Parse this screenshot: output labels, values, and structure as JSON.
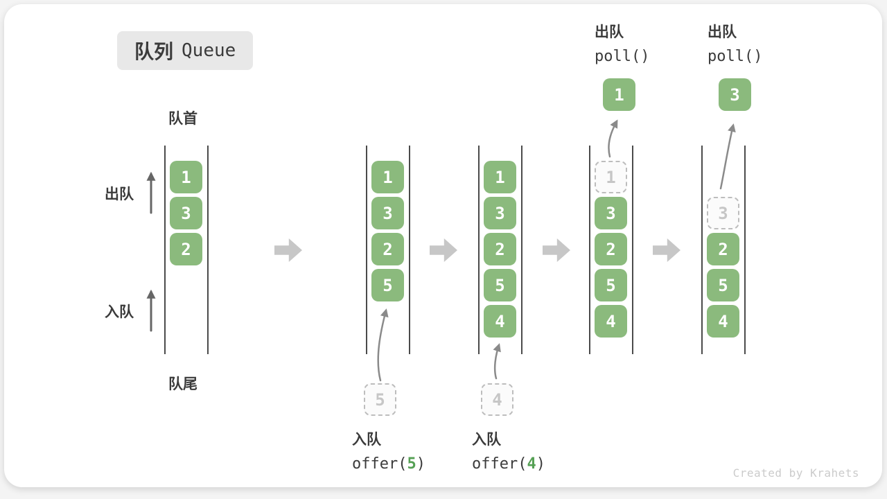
{
  "title": {
    "zh": "队列",
    "en": "Queue"
  },
  "labels": {
    "front": "队首",
    "rear": "队尾",
    "dequeue": "出队",
    "enqueue": "入队"
  },
  "watermark": "Created by Krahets",
  "colors": {
    "cell": "#8bba7d",
    "code_highlight": "#55a054",
    "block_arrow": "#c7c7c7",
    "wall": "#4a4a4a",
    "text": "#3b3b3b",
    "muted": "#c6c6c6",
    "badge_bg": "#e8e8e8"
  },
  "queue_states": [
    {
      "name": "initial",
      "cells": [
        {
          "value": "1",
          "slot": 0
        },
        {
          "value": "3",
          "slot": 1
        },
        {
          "value": "2",
          "slot": 2
        }
      ]
    },
    {
      "name": "after-offer-5",
      "cells": [
        {
          "value": "1",
          "slot": 0
        },
        {
          "value": "3",
          "slot": 1
        },
        {
          "value": "2",
          "slot": 2
        },
        {
          "value": "5",
          "slot": 3
        }
      ],
      "incoming": {
        "value": "5"
      },
      "op": {
        "action": "入队",
        "code_pre": "offer(",
        "arg": "5",
        "code_post": ")"
      }
    },
    {
      "name": "after-offer-4",
      "cells": [
        {
          "value": "1",
          "slot": 0
        },
        {
          "value": "3",
          "slot": 1
        },
        {
          "value": "2",
          "slot": 2
        },
        {
          "value": "5",
          "slot": 3
        },
        {
          "value": "4",
          "slot": 4
        }
      ],
      "incoming": {
        "value": "4"
      },
      "op": {
        "action": "入队",
        "code_pre": "offer(",
        "arg": "4",
        "code_post": ")"
      }
    },
    {
      "name": "after-poll-1",
      "cells": [
        {
          "value": "1",
          "slot": 0,
          "dashed": true
        },
        {
          "value": "3",
          "slot": 1
        },
        {
          "value": "2",
          "slot": 2
        },
        {
          "value": "5",
          "slot": 3
        },
        {
          "value": "4",
          "slot": 4
        }
      ],
      "ejected": {
        "value": "1"
      },
      "op_top": {
        "action": "出队",
        "code": "poll()"
      }
    },
    {
      "name": "after-poll-3",
      "cells": [
        {
          "value": "3",
          "slot": 1,
          "dashed": true
        },
        {
          "value": "2",
          "slot": 2
        },
        {
          "value": "5",
          "slot": 3
        },
        {
          "value": "4",
          "slot": 4
        }
      ],
      "ejected": {
        "value": "3"
      },
      "op_top": {
        "action": "出队",
        "code": "poll()"
      }
    }
  ]
}
